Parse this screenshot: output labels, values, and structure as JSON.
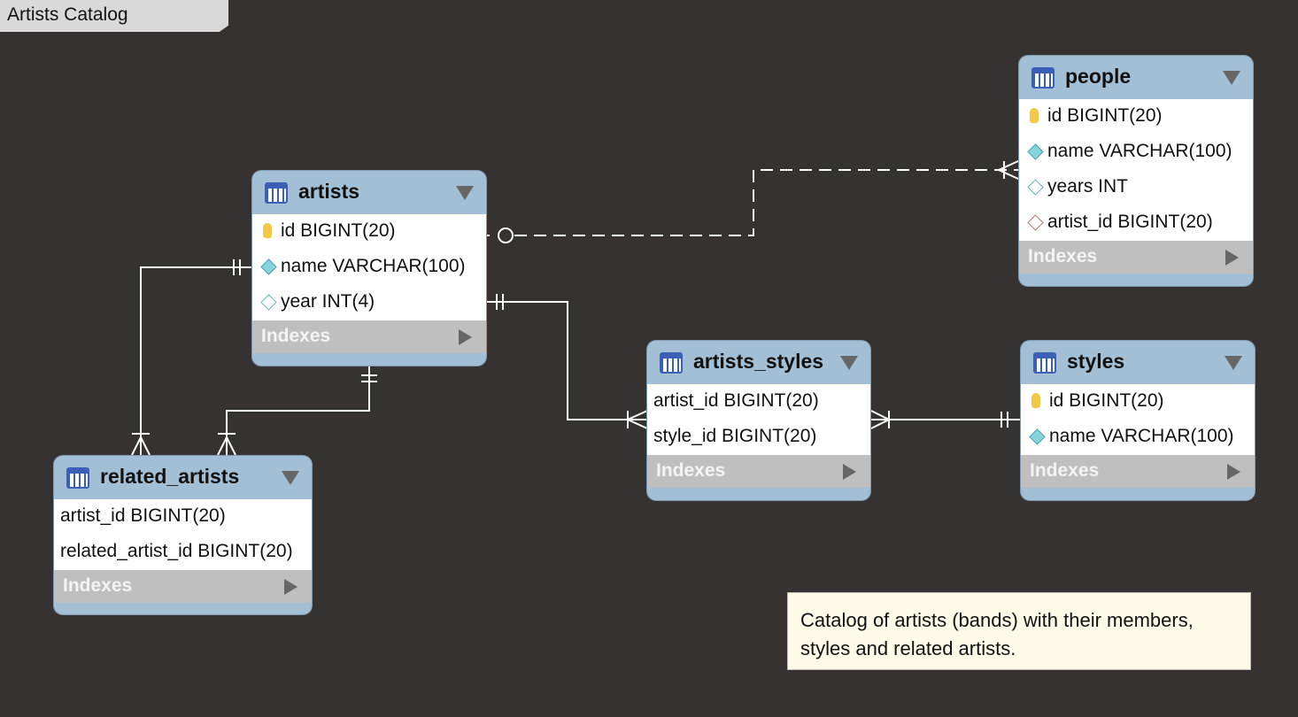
{
  "tab": {
    "title": "Artists Catalog"
  },
  "tables": {
    "artists": {
      "name": "artists",
      "columns": [
        "id BIGINT(20)",
        "name VARCHAR(100)",
        "year INT(4)"
      ],
      "indexes_label": "Indexes"
    },
    "people": {
      "name": "people",
      "columns": [
        "id BIGINT(20)",
        "name VARCHAR(100)",
        "years INT",
        "artist_id BIGINT(20)"
      ],
      "indexes_label": "Indexes"
    },
    "artists_styles": {
      "name": "artists_styles",
      "columns": [
        "artist_id BIGINT(20)",
        "style_id BIGINT(20)"
      ],
      "indexes_label": "Indexes"
    },
    "styles": {
      "name": "styles",
      "columns": [
        "id BIGINT(20)",
        "name VARCHAR(100)"
      ],
      "indexes_label": "Indexes"
    },
    "related_artists": {
      "name": "related_artists",
      "columns": [
        "artist_id BIGINT(20)",
        "related_artist_id BIGINT(20)"
      ],
      "indexes_label": "Indexes"
    }
  },
  "note": {
    "line1": "Catalog of artists (bands) with their members,",
    "line2": "styles and related artists."
  },
  "colors": {
    "canvas": "#363231",
    "table_header": "#a3bfd6",
    "indexes_bar": "#bfbfbf",
    "note_bg": "#fdfbe8",
    "connector": "#ffffff"
  }
}
